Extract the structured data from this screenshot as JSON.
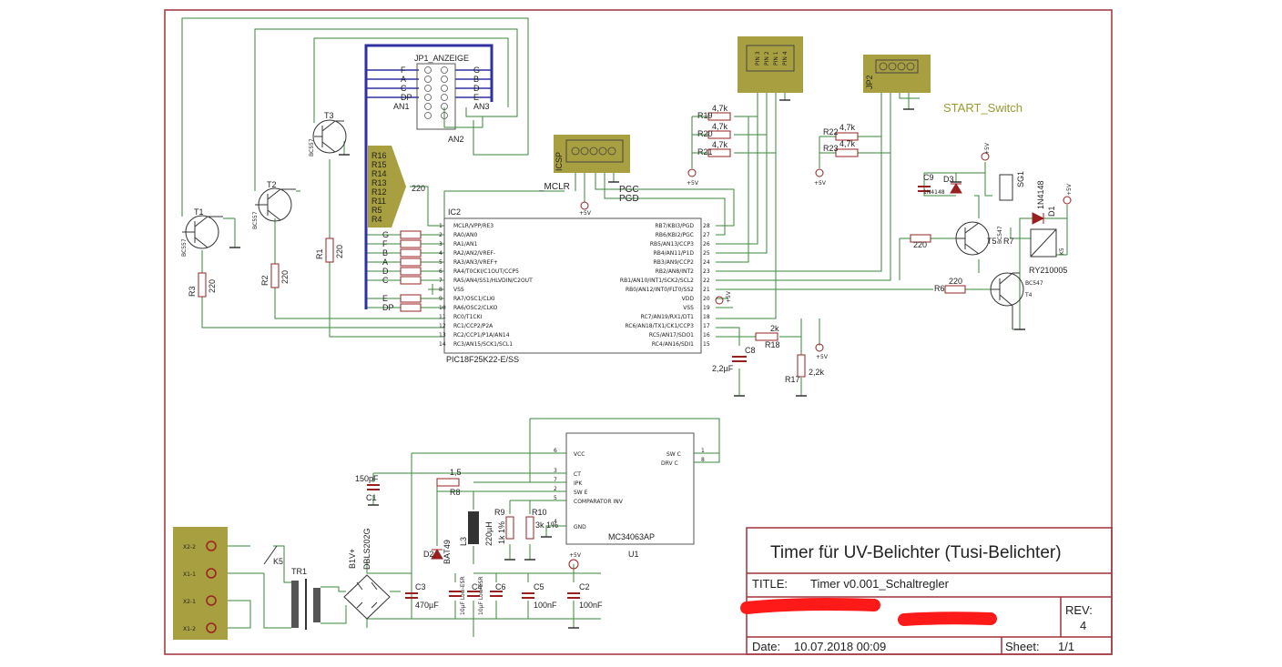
{
  "title_block": {
    "title": "Timer für UV-Belichter (Tusi-Belichter)",
    "title_label": "TITLE:",
    "title_value": "Timer v0.001_Schaltregler",
    "rev_label": "REV:",
    "rev_value": "4",
    "date_label": "Date:",
    "date_value": "10.07.2018 00:09",
    "sheet_label": "Sheet:",
    "sheet_value": "1/1"
  },
  "labels": {
    "start_switch": "START_Switch",
    "jp1": "JP1_ANZEIGE",
    "jp2": "JP2",
    "ic2": "IC2",
    "ic2_part": "PIC18F25K22-E/SS",
    "u1": "U1",
    "u1_part": "MC34063AP",
    "icsp": "ICSP",
    "mclr": "_MCLR",
    "pgc": "PGC",
    "pgd": "PGD",
    "an1": "AN1",
    "an2": "AN2",
    "an3": "AN3",
    "jp1_left": [
      "F",
      "A",
      "C",
      "DP",
      "AN1"
    ],
    "jp1_right": [
      "G",
      "B",
      "D",
      "E",
      "AN3"
    ],
    "resnet": [
      "R16",
      "R15",
      "R14",
      "R13",
      "R12",
      "R11",
      "R5",
      "R4"
    ],
    "resnet_value": "220",
    "seg_labels": [
      "G",
      "F",
      "B",
      "A",
      "D",
      "C",
      "E",
      "DP"
    ],
    "ic2_left_pins": [
      "MCLR/VPP/RE3",
      "RA0/AN0",
      "RA1/AN1",
      "RA2/AN2/VREF-",
      "RA3/AN3/VREF+",
      "RA4/T0CKI/C1OUT/CCP5",
      "RA5/AN4/SS1/HLVDIN/C2OUT",
      "VSS",
      "RA7/OSC1/CLKI",
      "RA6/OSC2/CLKO",
      "RC0/T1CKI",
      "RC1/CCP2/P2A",
      "RC2/CCP1/P1A/AN14",
      "RC3/AN15/SCK1/SCL1"
    ],
    "ic2_right_pins": [
      "RB7/KBI3/PGD",
      "RB6/KBI2/PGC",
      "RB5/AN13/CCP3",
      "RB4/AN11/P1D",
      "RB3/AN9/CCP2",
      "RB2/AN8/INT2",
      "RB1/AN10/INT1/SCK2/SCL2",
      "RB0/AN12/INT0/FLT0/SS2",
      "VDD",
      "VSS",
      "RC7/AN19/RX1/DT1",
      "RC6/AN18/TX1/CK1/CCP3",
      "RC5/AN17/SDO1",
      "RC4/AN16/SDI1"
    ],
    "ic2_left_nums": [
      "1",
      "2",
      "3",
      "4",
      "5",
      "6",
      "7",
      "8",
      "9",
      "10",
      "11",
      "12",
      "13",
      "14"
    ],
    "ic2_right_nums": [
      "28",
      "27",
      "26",
      "25",
      "24",
      "23",
      "22",
      "21",
      "20",
      "19",
      "18",
      "17",
      "16",
      "15"
    ],
    "u1_pins_left": [
      "VCC",
      "CT",
      "IPK",
      "SW E",
      "COMPARATOR INV",
      "GND"
    ],
    "u1_pins_right": [
      "SW C",
      "DRV C"
    ],
    "t1": "T1",
    "t1_type": "BC557",
    "t2": "T2",
    "t2_type": "BC557",
    "t3": "T3",
    "t3_type": "BC557",
    "t4": "T4",
    "t4_type": "BC547",
    "t5": "T5",
    "t5_type": "BC547",
    "r1": "R1",
    "r2": "R2",
    "r3": "R3",
    "r_220": "220",
    "r6": "R6",
    "r7": "R7",
    "r17": "R17",
    "r17_value": "2,2k",
    "r18": "R18",
    "r18_value": "2k",
    "r19": "R19",
    "r20": "R20",
    "r21": "R21",
    "r22": "R22",
    "r23": "R23",
    "r47k": "4,7k",
    "r8": "R8",
    "r8_value": "1,5",
    "r9": "R9",
    "r9_value": "1k 1%",
    "r10": "R10",
    "r10_value": "3k 1%",
    "c1": "C1",
    "c1_value": "150pF",
    "c2": "C2",
    "c2_value": "100nF",
    "c3": "C3",
    "c3_value": "470µF",
    "c4": "C4",
    "c4_value": "10µF Low-ESR",
    "c5": "C5",
    "c5_value": "100nF",
    "c6": "C6",
    "c7_value": "10µF Low-ESR",
    "c8": "C8",
    "c8_value": "2,2µF",
    "c9": "C9",
    "l3": "L3",
    "l3_value": "220µH",
    "d1": "D1",
    "d1_value": "1N4148",
    "d2": "D2",
    "d2_value": "BAT49",
    "d3": "D3",
    "d3_value": "1N4148",
    "b1": "B1V+",
    "b1_part": "DBLS202G",
    "k5": "K5",
    "k5_part": "RY210005",
    "tr1": "TR1",
    "sg1": "SG1",
    "vcc5": "+5V",
    "x_terms": [
      "X2-2",
      "X1-1",
      "X2-1",
      "X1-2"
    ],
    "jp3_pins": [
      "PIN 3",
      "PIN 2",
      "PIN 1",
      "PIN 4"
    ]
  },
  "colors": {
    "frame": "#a0303a",
    "wire": "#3a8a3a",
    "bus": "#3030a0",
    "part": "#9a2020",
    "olive": "#a8a040",
    "olive_text": "#9a9a30",
    "redaction": "#ff1a1a"
  }
}
